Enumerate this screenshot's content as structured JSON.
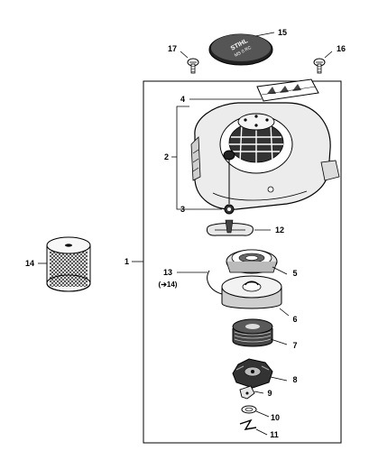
{
  "labels": {
    "l1": "1",
    "l2": "2",
    "l3": "3",
    "l4": "4",
    "l5": "5",
    "l6": "6",
    "l7": "7",
    "l8": "8",
    "l9": "9",
    "l10": "10",
    "l11": "11",
    "l12": "12",
    "l13": "13",
    "l13_ref": "(➔14)",
    "l14": "14",
    "l15": "15",
    "l16": "16",
    "l17": "17"
  },
  "cap": {
    "brand": "STIHL",
    "model": "MS 0 RC"
  },
  "colors": {
    "ink": "#000000",
    "paper": "#ffffff",
    "shade": "#d0d0d0",
    "dark": "#555555"
  }
}
